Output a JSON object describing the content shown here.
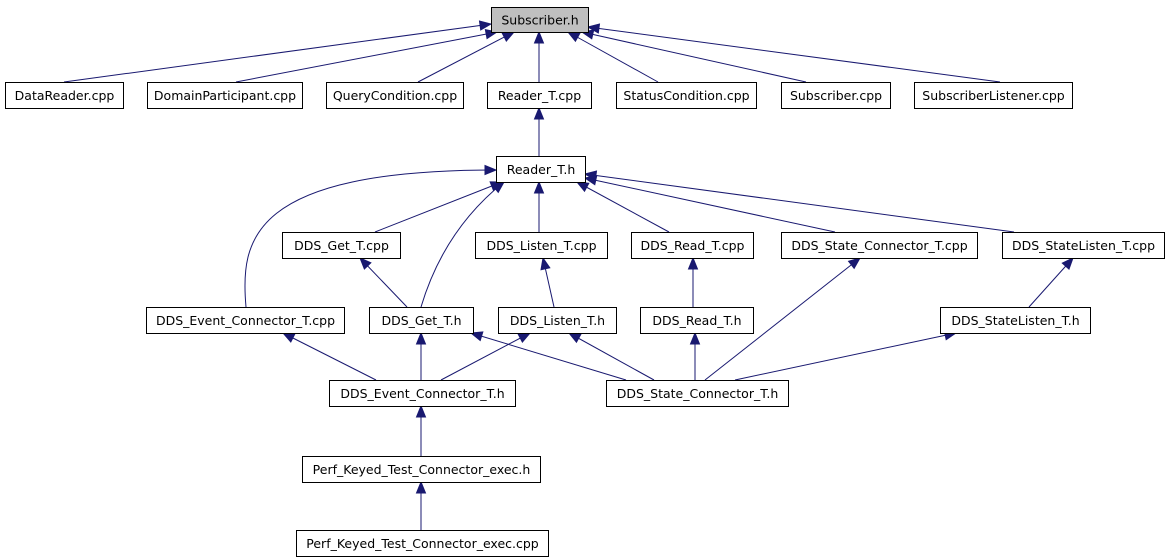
{
  "diagram": {
    "nodes": {
      "subscriber_h": "Subscriber.h",
      "datareader_cpp": "DataReader.cpp",
      "domainparticipant_cpp": "DomainParticipant.cpp",
      "querycondition_cpp": "QueryCondition.cpp",
      "reader_t_cpp": "Reader_T.cpp",
      "statuscondition_cpp": "StatusCondition.cpp",
      "subscriber_cpp": "Subscriber.cpp",
      "subscriberlistener_cpp": "SubscriberListener.cpp",
      "reader_t_h": "Reader_T.h",
      "dds_get_t_cpp": "DDS_Get_T.cpp",
      "dds_listen_t_cpp": "DDS_Listen_T.cpp",
      "dds_read_t_cpp": "DDS_Read_T.cpp",
      "dds_state_connector_t_cpp": "DDS_State_Connector_T.cpp",
      "dds_statelisten_t_cpp": "DDS_StateListen_T.cpp",
      "dds_event_connector_t_cpp": "DDS_Event_Connector_T.cpp",
      "dds_get_t_h": "DDS_Get_T.h",
      "dds_listen_t_h": "DDS_Listen_T.h",
      "dds_read_t_h": "DDS_Read_T.h",
      "dds_statelisten_t_h": "DDS_StateListen_T.h",
      "dds_event_connector_t_h": "DDS_Event_Connector_T.h",
      "dds_state_connector_t_h": "DDS_State_Connector_T.h",
      "perf_keyed_test_connector_exec_h": "Perf_Keyed_Test_Connector_exec.h",
      "perf_keyed_test_connector_exec_cpp": "Perf_Keyed_Test_Connector_exec.cpp"
    },
    "edges": [
      [
        "datareader_cpp",
        "subscriber_h"
      ],
      [
        "domainparticipant_cpp",
        "subscriber_h"
      ],
      [
        "querycondition_cpp",
        "subscriber_h"
      ],
      [
        "reader_t_cpp",
        "subscriber_h"
      ],
      [
        "statuscondition_cpp",
        "subscriber_h"
      ],
      [
        "subscriber_cpp",
        "subscriber_h"
      ],
      [
        "subscriberlistener_cpp",
        "subscriber_h"
      ],
      [
        "reader_t_h",
        "reader_t_cpp"
      ],
      [
        "dds_event_connector_t_cpp",
        "reader_t_h"
      ],
      [
        "dds_get_t_cpp",
        "reader_t_h"
      ],
      [
        "dds_get_t_h",
        "reader_t_h"
      ],
      [
        "dds_listen_t_cpp",
        "reader_t_h"
      ],
      [
        "dds_read_t_cpp",
        "reader_t_h"
      ],
      [
        "dds_state_connector_t_cpp",
        "reader_t_h"
      ],
      [
        "dds_statelisten_t_cpp",
        "reader_t_h"
      ],
      [
        "dds_get_t_h",
        "dds_get_t_cpp"
      ],
      [
        "dds_listen_t_h",
        "dds_listen_t_cpp"
      ],
      [
        "dds_read_t_h",
        "dds_read_t_cpp"
      ],
      [
        "dds_state_connector_t_h",
        "dds_state_connector_t_cpp"
      ],
      [
        "dds_statelisten_t_h",
        "dds_statelisten_t_cpp"
      ],
      [
        "dds_event_connector_t_h",
        "dds_event_connector_t_cpp"
      ],
      [
        "dds_event_connector_t_h",
        "dds_get_t_h"
      ],
      [
        "dds_event_connector_t_h",
        "dds_listen_t_h"
      ],
      [
        "dds_state_connector_t_h",
        "dds_get_t_h"
      ],
      [
        "dds_state_connector_t_h",
        "dds_listen_t_h"
      ],
      [
        "dds_state_connector_t_h",
        "dds_read_t_h"
      ],
      [
        "dds_state_connector_t_h",
        "dds_statelisten_t_h"
      ],
      [
        "perf_keyed_test_connector_exec_h",
        "dds_event_connector_t_h"
      ],
      [
        "perf_keyed_test_connector_exec_cpp",
        "perf_keyed_test_connector_exec_h"
      ]
    ]
  },
  "colors": {
    "edge": "#191970",
    "root_fill": "#bfbfbf",
    "node_fill": "#ffffff",
    "node_stroke": "#000000"
  }
}
